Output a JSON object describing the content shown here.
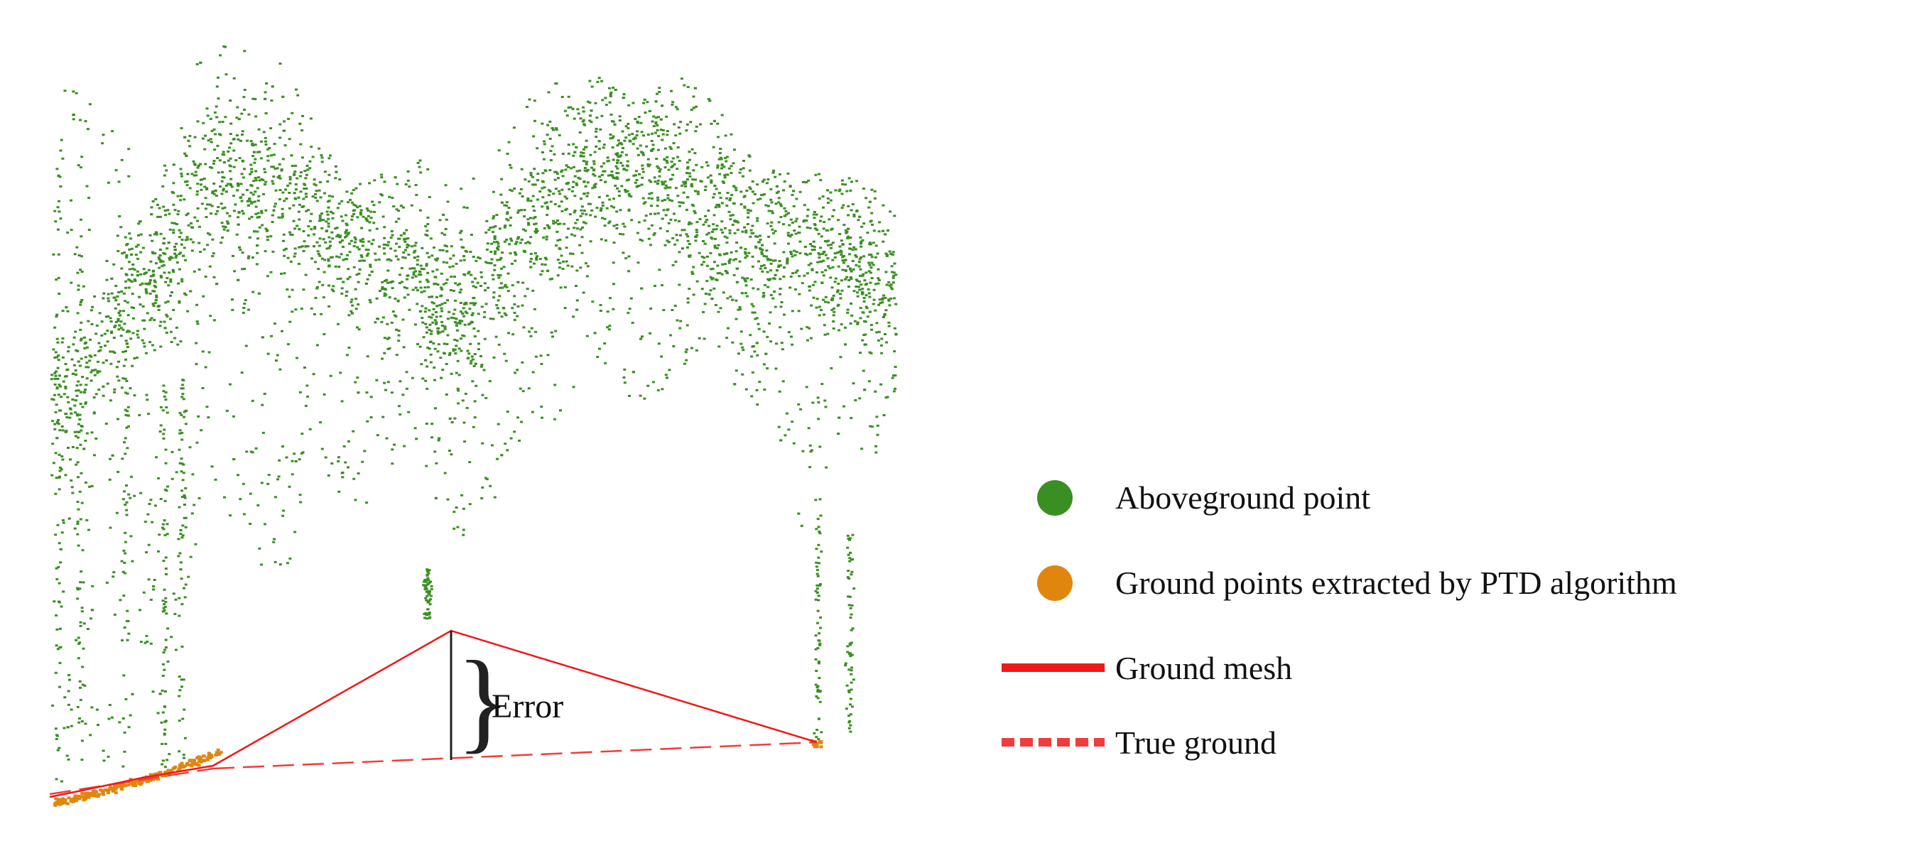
{
  "diagram": {
    "annotation": "Error",
    "colors": {
      "aboveground": "#3a8f22",
      "ground": "#e0860f",
      "mesh": "#f01818",
      "true_ground": "#f03c3c",
      "marker": "#222222"
    }
  },
  "legend": [
    {
      "id": "aboveground",
      "label": "Aboveground point",
      "marker": "circle",
      "color": "#3a8f22"
    },
    {
      "id": "ground",
      "label": "Ground points extracted by PTD algorithm",
      "marker": "circle",
      "color": "#e0860f"
    },
    {
      "id": "mesh",
      "label": "Ground mesh",
      "marker": "solid-line",
      "color": "#f01818"
    },
    {
      "id": "true_ground",
      "label": "True ground",
      "marker": "dashed-line",
      "color": "#f03c3c"
    }
  ]
}
